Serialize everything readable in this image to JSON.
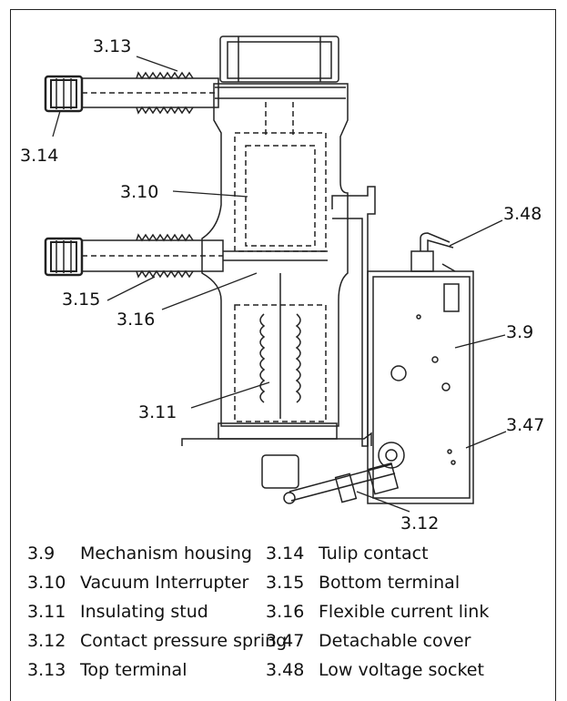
{
  "callouts": {
    "c313": "3.13",
    "c314": "3.14",
    "c310": "3.10",
    "c348": "3.48",
    "c39": "3.9",
    "c315": "3.15",
    "c316": "3.16",
    "c311": "3.11",
    "c347": "3.47",
    "c312": "3.12"
  },
  "legend": {
    "left": [
      {
        "num": "3.9",
        "label": "Mechanism housing"
      },
      {
        "num": "3.10",
        "label": "Vacuum Interrupter"
      },
      {
        "num": "3.11",
        "label": "Insulating stud"
      },
      {
        "num": "3.12",
        "label": "Contact pressure spring"
      },
      {
        "num": "3.13",
        "label": "Top terminal"
      }
    ],
    "right": [
      {
        "num": "3.14",
        "label": "Tulip contact"
      },
      {
        "num": "3.15",
        "label": "Bottom terminal"
      },
      {
        "num": "3.16",
        "label": "Flexible current link"
      },
      {
        "num": "3.47",
        "label": "Detachable cover"
      },
      {
        "num": "3.48",
        "label": "Low voltage socket"
      }
    ]
  }
}
